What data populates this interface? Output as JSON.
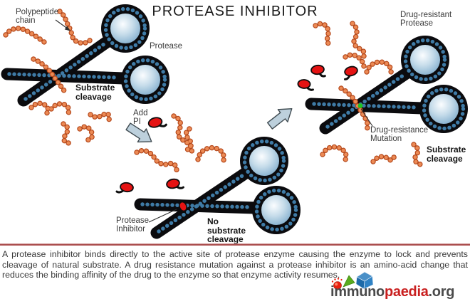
{
  "title": "PROTEASE INHIBITOR",
  "labels": {
    "polypeptide_chain": "Polypeptide\nchain",
    "protease": "Protease",
    "substrate_cleavage_left": "Substrate\ncleavage",
    "add_pi": "Add\nPI",
    "drug_resistant_protease": "Drug-resistant\nProtease",
    "drug_resistance_mutation": "Drug-resistance\nMutation",
    "substrate_cleavage_right": "Substrate\ncleavage",
    "protease_inhibitor": "Protease\nInhibitor",
    "no_substrate_cleavage": "No\nsubstrate\ncleavage"
  },
  "caption": "A protease inhibitor binds directly to the active site of protease enzyme causing the enzyme to lock and prevents cleavage of natural substrate. A drug resistance mutation against a protease inhibitor is an amino-acid change that reduces the binding affinity of the drug to the enzyme so that enzyme activity resumes.",
  "logo": {
    "prefix": "immuno",
    "highlight": "paedia",
    "suffix": ".org"
  },
  "colors": {
    "enzyme_body": "#0b0b0e",
    "enzyme_dots": "#3f7ba6",
    "enzyme_core_edge": "#77a7c9",
    "substrate_bead": "#ec8a55",
    "substrate_bead_rim": "#b5491c",
    "inhibitor_red": "#e51313",
    "mutation_green": "#1ec521",
    "arrow_fill": "#bdd0dc",
    "divider_red": "#a03a3a",
    "logo_text": "#4a4a4a",
    "logo_highlight": "#c92020"
  }
}
